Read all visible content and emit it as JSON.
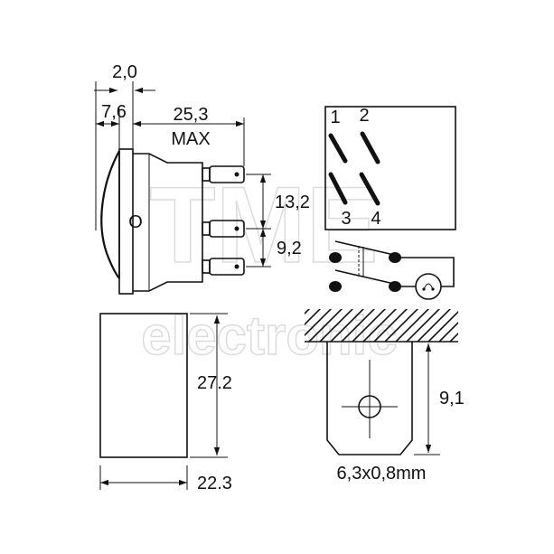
{
  "dimensions": {
    "flange_thickness": "2,0",
    "rocker_depth": "7,6",
    "body_length": "25,3",
    "body_length_note": "MAX",
    "terminal_pitch_upper": "13,2",
    "terminal_pitch_lower": "9,2",
    "front_height": "27.2",
    "front_width": "22.3",
    "tab_length": "9,1",
    "tab_size": "6,3x0,8mm"
  },
  "rocker_mark": "O",
  "pin_labels": {
    "p1": "1",
    "p2": "2",
    "p3": "3",
    "p4": "4"
  },
  "watermark": {
    "line1": "TME",
    "line2": "electronic"
  },
  "colors": {
    "ink": "#111111",
    "watermark": "#dcdcdc",
    "background": "#ffffff"
  }
}
